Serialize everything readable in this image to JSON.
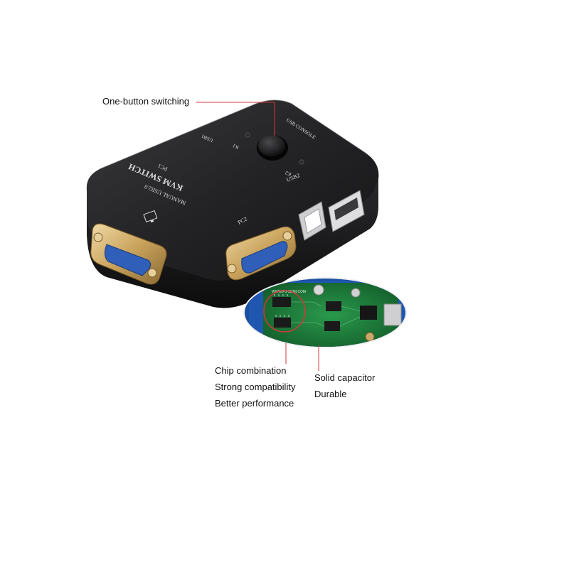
{
  "callouts": {
    "top": "One-button switching",
    "left": [
      "Chip combination",
      "Strong compatibility",
      "Better performance"
    ],
    "right": [
      "Solid capacitor",
      "Durable"
    ]
  },
  "device": {
    "title": "KVM SWITCH",
    "subtitle": "MANUAL USB2.0",
    "port_pc1": "PC1",
    "port_pc2": "PC2",
    "usb1": "USB1",
    "usb2": "USB2",
    "usb_console": "USB CONSOLE",
    "led1": "K1",
    "led2": "K2",
    "pcb_text": "WWW.PJ-SEMI.COM"
  },
  "colors": {
    "device_body": "#1c1c1e",
    "callout_line": "#d9343a",
    "pcb_green": "#1e7a3c",
    "vga_blue": "#2f5fb8",
    "gold": "#c9a25b"
  }
}
